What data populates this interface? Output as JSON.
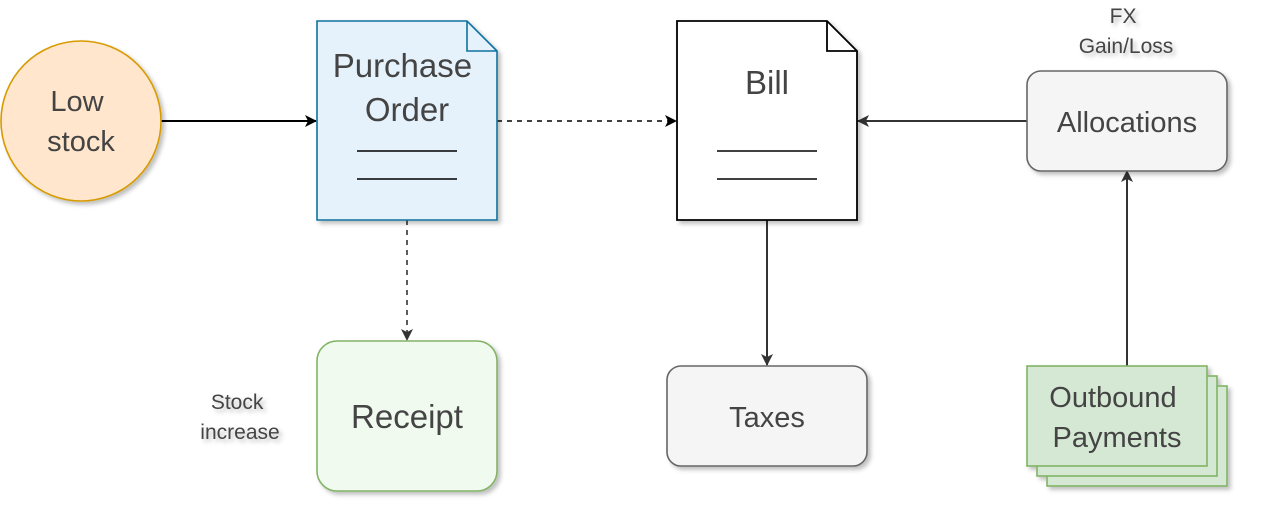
{
  "nodes": {
    "low_stock": {
      "lines": [
        "Low",
        "stock"
      ],
      "fill": "#ffe6cc",
      "stroke": "#d79b00"
    },
    "purchase_order": {
      "lines": [
        "Purchase",
        "Order"
      ],
      "fill": "#e5f2fc",
      "stroke": "#10739e"
    },
    "bill": {
      "lines": [
        "Bill"
      ],
      "fill": "#ffffff",
      "stroke": "#000000"
    },
    "allocations": {
      "lines": [
        "Allocations"
      ],
      "fill": "#f5f5f5",
      "stroke": "#666666"
    },
    "receipt": {
      "lines": [
        "Receipt"
      ],
      "fill": "#f0faef",
      "stroke": "#82b366"
    },
    "taxes": {
      "lines": [
        "Taxes"
      ],
      "fill": "#f5f5f5",
      "stroke": "#666666"
    },
    "outbound_payments": {
      "lines": [
        "Outbound",
        "Payments"
      ],
      "fill": "#d5e8d4",
      "stroke": "#82b366"
    }
  },
  "labels": {
    "fx_gain_loss": [
      "FX",
      "Gain/Loss"
    ],
    "stock_increase": [
      "Stock",
      "increase"
    ]
  },
  "edges": [
    {
      "from": "low_stock",
      "to": "purchase_order",
      "style": "solid"
    },
    {
      "from": "purchase_order",
      "to": "bill",
      "style": "dashed"
    },
    {
      "from": "allocations",
      "to": "bill",
      "style": "solid"
    },
    {
      "from": "purchase_order",
      "to": "receipt",
      "style": "dashed"
    },
    {
      "from": "bill",
      "to": "taxes",
      "style": "solid"
    },
    {
      "from": "outbound_payments",
      "to": "allocations",
      "style": "solid"
    }
  ],
  "colors": {
    "edge": "#000000",
    "edge_gray": "#333333",
    "text": "#444444",
    "document_rule": "#000000"
  }
}
